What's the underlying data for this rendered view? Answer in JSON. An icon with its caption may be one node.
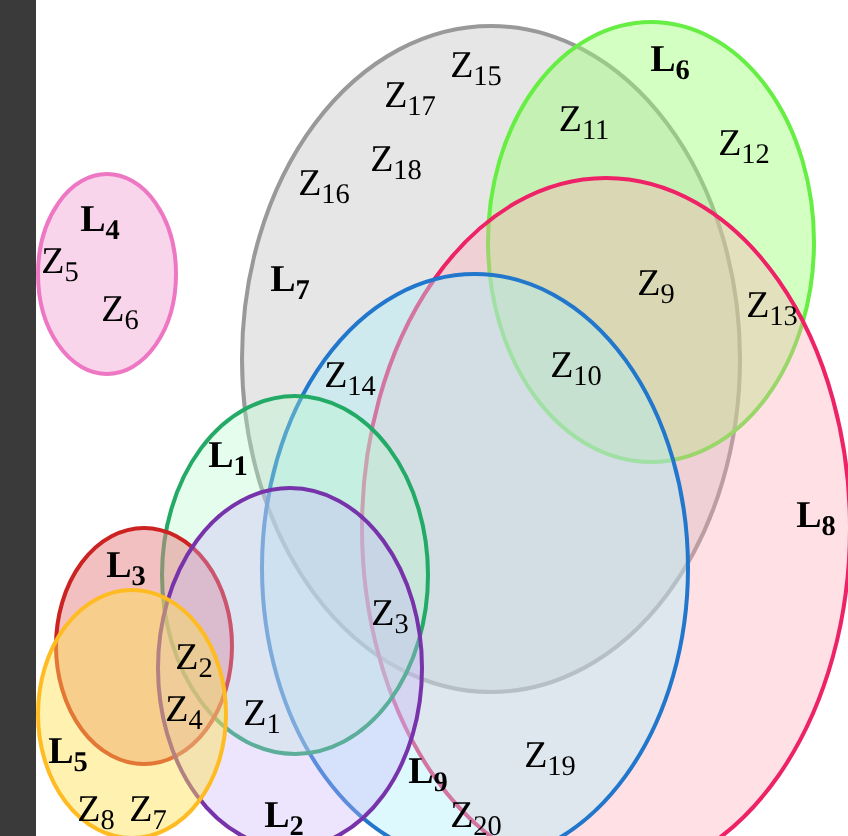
{
  "diagram": {
    "nodes": [
      {
        "text": [
          "L$_{4}$"
        ]
      },
      {
        "text": [
          "L$_{7}$"
        ]
      },
      {
        "text": [
          "L$_{6}$"
        ]
      },
      {
        "text": [
          "L$_{8}$"
        ]
      },
      {
        "text": [
          "L$_{9}$"
        ]
      },
      {
        "text": [
          "L$_{1}$"
        ]
      },
      {
        "text": [
          "L$_{3}$"
        ]
      },
      {
        "text": [
          "L$_{2}$"
        ]
      },
      {
        "text": [
          "L$_{5}$"
        ]
      }
    ],
    "labels": [
      "Z$_{15}$",
      "Z$_{17}$",
      "Z$_{11}$",
      "Z$_{12}$",
      "Z$_{18}$",
      "Z$_{16}$",
      "Z$_{5}$",
      "Z$_{9}$",
      "Z$_{13}$",
      "Z$_{6}$",
      "Z$_{10}$",
      "Z$_{14}$",
      "Z$_{3}$",
      "Z$_{2}$",
      "Z$_{4}$",
      "Z$_{1}$",
      "Z$_{19}$",
      "Z$_{8}$",
      "Z$_{7}$",
      "Z$_{20}$"
    ]
  }
}
